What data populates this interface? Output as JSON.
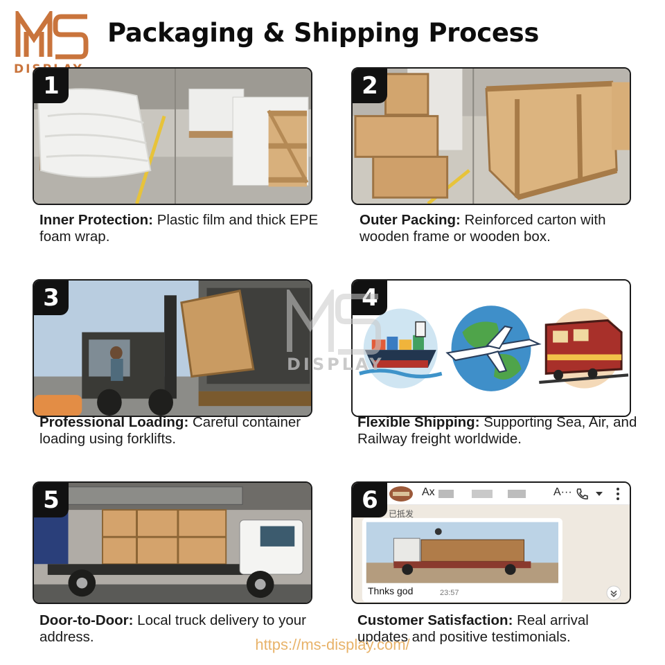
{
  "brand": {
    "logo_text": "DISPLAY",
    "accent_color": "#c9743c"
  },
  "header": {
    "title": "Packaging & Shipping Process"
  },
  "steps": [
    {
      "number": "1",
      "title": "Inner Protection:",
      "text": " Plastic film and thick EPE foam wrap."
    },
    {
      "number": "2",
      "title": "Outer Packing:",
      "text": " Reinforced carton with wooden frame or wooden box."
    },
    {
      "number": "3",
      "title": "Professional Loading:",
      "text": " Careful container loading using forklifts."
    },
    {
      "number": "4",
      "title": "Flexible Shipping:",
      "text": " Supporting Sea, Air, and Railway freight worldwide."
    },
    {
      "number": "5",
      "title": "Door-to-Door:",
      "text": " Local truck delivery to your address."
    },
    {
      "number": "6",
      "title": "Customer Satisfaction:",
      "text": " Real arrival updates and positive testimonials."
    }
  ],
  "chat": {
    "contact_prefix": "Ax",
    "contact_suffix": "A···",
    "sent_label": "已抵发",
    "message": "Thnks god",
    "time": "23:57"
  },
  "watermark": "DISPLAY",
  "footer": {
    "url": "https://ms-display.com/"
  }
}
